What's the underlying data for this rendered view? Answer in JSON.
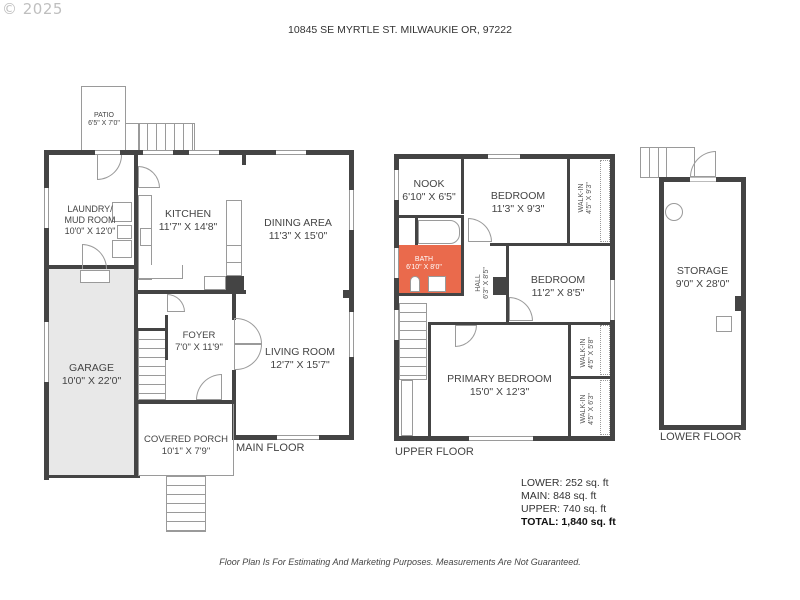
{
  "header": {
    "copyright": "© 2025",
    "address": "10845 SE MYRTLE ST. MILWAUKIE OR, 97222"
  },
  "main_floor": {
    "label": "MAIN FLOOR",
    "rooms": {
      "patio": {
        "name": "PATIO",
        "dim": "6'5\" X 7'0\""
      },
      "laundry": {
        "name": "LAUNDRY/",
        "name2": "MUD ROOM",
        "dim": "10'0\" X 12'0\""
      },
      "kitchen": {
        "name": "KITCHEN",
        "dim": "11'7\" X 14'8\""
      },
      "dining": {
        "name": "DINING AREA",
        "dim": "11'3\" X 15'0\""
      },
      "garage": {
        "name": "GARAGE",
        "dim": "10'0\" X 22'0\""
      },
      "foyer": {
        "name": "FOYER",
        "dim": "7'0\" X 11'9\""
      },
      "living": {
        "name": "LIVING ROOM",
        "dim": "12'7\" X 15'7\""
      },
      "porch": {
        "name": "COVERED PORCH",
        "dim": "10'1\" X 7'9\""
      }
    }
  },
  "upper_floor": {
    "label": "UPPER FLOOR",
    "rooms": {
      "nook": {
        "name": "NOOK",
        "dim": "6'10\" X 6'5\""
      },
      "bedroom1": {
        "name": "BEDROOM",
        "dim": "11'3\" X 9'3\""
      },
      "walkin1": {
        "name": "WALK-IN",
        "dim": "4'5\" X 9'3\""
      },
      "bath": {
        "name": "BATH",
        "dim": "6'10\" X 8'0\""
      },
      "hall": {
        "name": "HALL",
        "dim": "6'3\" X 8'5\""
      },
      "bedroom2": {
        "name": "BEDROOM",
        "dim": "11'2\" X 8'5\""
      },
      "walkin2": {
        "name": "WALK-IN",
        "dim": "4'5\" X 5'8\""
      },
      "primary": {
        "name": "PRIMARY BEDROOM",
        "dim": "15'0\" X 12'3\""
      },
      "walkin3": {
        "name": "WALK-IN",
        "dim": "4'5\" X 6'3\""
      }
    }
  },
  "lower_floor": {
    "label": "LOWER FLOOR",
    "rooms": {
      "storage": {
        "name": "STORAGE",
        "dim": "9'0\" X 28'0\""
      }
    }
  },
  "area_summary": {
    "lower": "LOWER: 252 sq. ft",
    "main": "MAIN: 848 sq. ft",
    "upper": "UPPER: 740 sq. ft",
    "total": "TOTAL: 1,840 sq. ft"
  },
  "footer": {
    "disclaimer": "Floor Plan Is For Estimating And Marketing Purposes. Measurements Are Not Guaranteed."
  },
  "colors": {
    "wall": "#444444",
    "bath_highlight": "#ea6a4c",
    "garage_fill": "#e8e8e8"
  }
}
